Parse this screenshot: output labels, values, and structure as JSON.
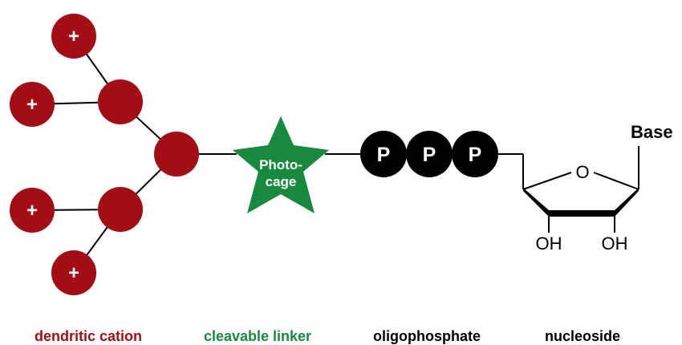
{
  "colors": {
    "cation": "#a30d14",
    "linker": "#178a3e",
    "phosphate": "#000000",
    "nucleoside": "#000000"
  },
  "cation": {
    "charge_symbol": "+",
    "caption": "dendritic cation"
  },
  "linker": {
    "line1": "Photo-",
    "line2": "cage",
    "caption": "cleavable linker"
  },
  "phosphate": {
    "symbol": "P",
    "caption": "oligophosphate"
  },
  "nucleoside": {
    "base_label": "Base",
    "ring_oxygen": "O",
    "hydroxyl_left": "OH",
    "hydroxyl_right": "OH",
    "caption": "nucleoside"
  }
}
